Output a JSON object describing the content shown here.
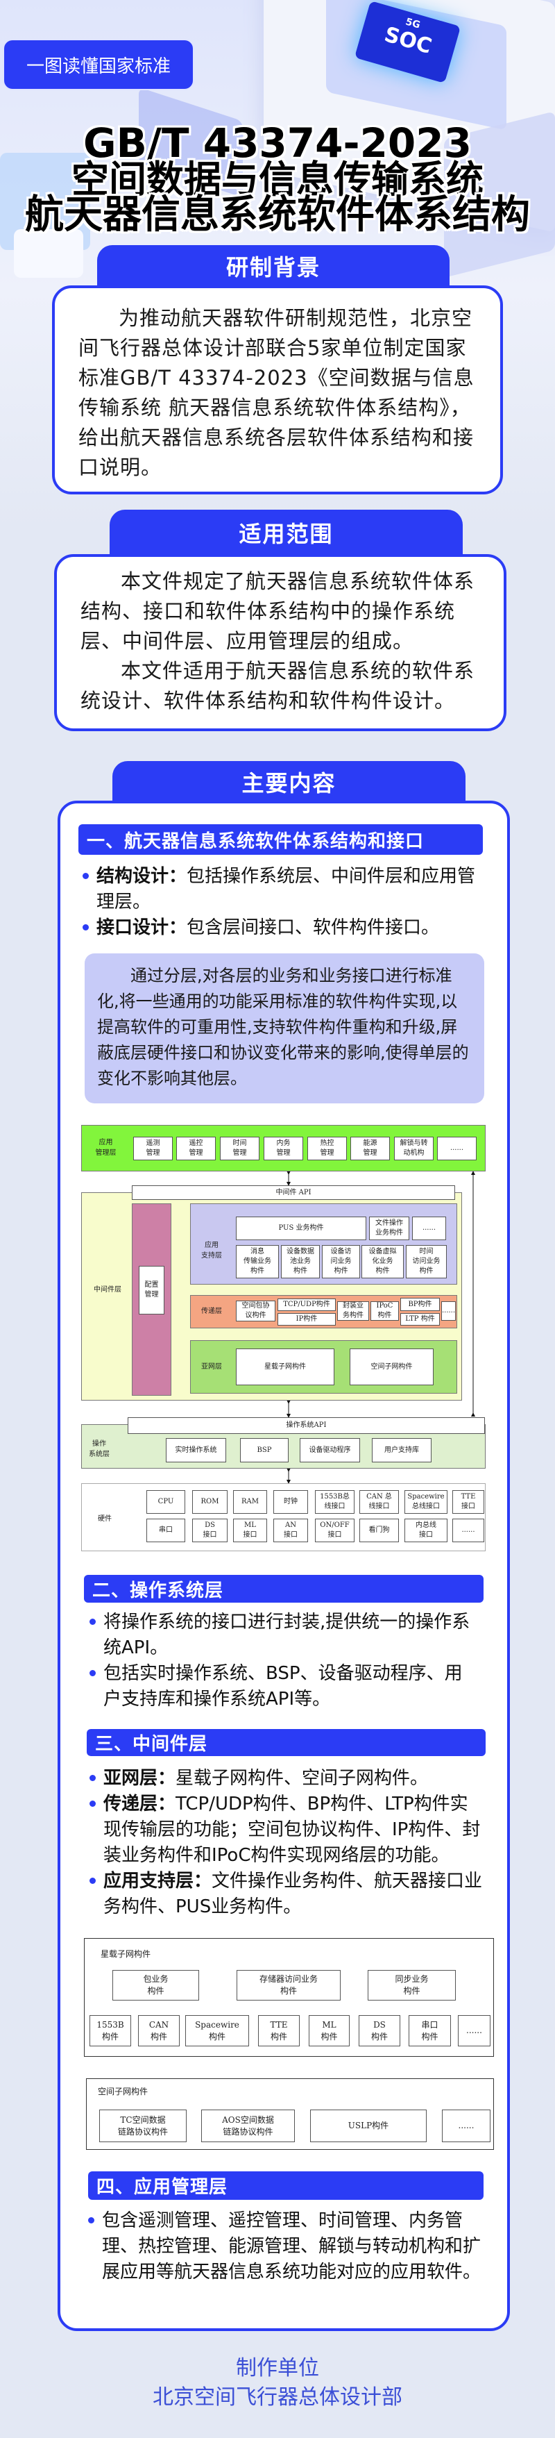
{
  "badge": "一图读懂国家标准",
  "hero": {
    "chip_top": "5G",
    "chip_brand": "SOC"
  },
  "title": {
    "line1": "GB/T 43374-2023",
    "line2": "空间数据与信息传输系统",
    "line3": "航天器信息系统软件体系结构"
  },
  "background": {
    "heading": "研制背景",
    "text": "为推动航天器软件研制规范性，北京空间飞行器总体设计部联合5家单位制定国家标准GB/T 43374-2023《空间数据与信息传输系统 航天器信息系统软件体系结构》，给出航天器信息系统各层软件体系结构和接口说明。"
  },
  "scope": {
    "heading": "适用范围",
    "paragraphs": [
      "本文件规定了航天器信息系统软件体系结构、接口和软件体系结构中的操作系统层、中间件层、应用管理层的组成。",
      "本文件适用于航天器信息系统的软件系统设计、软件体系结构和软件构件设计。"
    ]
  },
  "main": {
    "heading": "主要内容",
    "s1": {
      "title": "一、航天器信息系统软件体系结构和接口",
      "bullets": [
        {
          "key": "结构设计：",
          "text": "包括操作系统层、中间件层和应用管理层。"
        },
        {
          "key": "接口设计：",
          "text": "包含层间接口、软件构件接口。"
        }
      ],
      "note": "通过分层,对各层的业务和业务接口进行标准化,将一些通用的功能采用标准的软件构件实现,以提高软件的可重用性,支持软件构件重构和升级,屏蔽底层硬件接口和协议变化带来的影响,使得单层的变化不影响其他层。"
    },
    "s2": {
      "title": "二、操作系统层",
      "bullets": [
        "将操作系统的接口进行封装,提供统一的操作系统API。",
        "包括实时操作系统、BSP、设备驱动程序、用户支持库和操作系统API等。"
      ]
    },
    "s3": {
      "title": "三、中间件层",
      "bullets": [
        {
          "key": "亚网层：",
          "text": "星载子网构件、空间子网构件。"
        },
        {
          "key": "传递层：",
          "text": "TCP/UDP构件、BP构件、LTP构件实现传输层的功能；空间包协议构件、IP构件、封装业务构件和IPoC构件实现网络层的功能。"
        },
        {
          "key": "应用支持层：",
          "text": "文件操作业务构件、航天器接口业务构件、PUS业务构件。"
        }
      ]
    },
    "s4": {
      "title": "四、应用管理层",
      "bullets": [
        "包含遥测管理、遥控管理、时间管理、内务管理、热控管理、能源管理、解锁与转动机构和扩展应用等航天器信息系统功能对应的应用软件。"
      ]
    }
  },
  "diagram1": {
    "app_layer": {
      "label": "应用\n管理层",
      "items": [
        "遥测\n管理",
        "遥控\n管理",
        "时间\n管理",
        "内务\n管理",
        "热控\n管理",
        "能源\n管理",
        "解锁与转\n动机构",
        "......"
      ]
    },
    "middleware_api": "中间件 API",
    "middleware_label": "中间件层",
    "config": "配置\n管理",
    "support": {
      "label": "应用\n支持层",
      "row1": [
        "PUS 业务构件",
        "文件操作\n业务构件",
        "......"
      ],
      "row2": [
        "消息\n传输业务\n构件",
        "设备数据\n池业务\n构件",
        "设备访\n问业务\n构件",
        "设备虚拟\n化业务\n构件",
        "时间\n访问业务\n构件"
      ]
    },
    "transfer": {
      "label": "传递层",
      "items": [
        "空间包协\n议构件",
        "TCP/UDP构件",
        "IP构件",
        "封装业\n务构件",
        "IPoC\n构件",
        "BP构件",
        "LTP 构件",
        "......"
      ]
    },
    "subnet": {
      "label": "亚网层",
      "items": [
        "星载子网构件",
        "空间子网构件"
      ]
    },
    "os_api": "操作系统API",
    "os": {
      "label": "操作\n系统层",
      "items": [
        "实时操作系统",
        "BSP",
        "设备驱动程序",
        "用户支持库"
      ]
    },
    "hw": {
      "label": "硬件",
      "row1": [
        "CPU",
        "ROM",
        "RAM",
        "时钟",
        "1553B总\n线接口",
        "CAN 总\n线接口",
        "Spacewire\n总线接口",
        "TTE\n接口"
      ],
      "row2": [
        "串口",
        "DS\n接口",
        "ML\n接口",
        "AN\n接口",
        "ON/OFF\n接口",
        "看门狗",
        "内总线\n接口",
        "......"
      ]
    }
  },
  "diagram2": {
    "onboard": {
      "label": "星载子网构件",
      "row1": [
        "包业务\n构件",
        "存储器访问业务\n构件",
        "同步业务\n构件"
      ],
      "row2": [
        "1553B\n构件",
        "CAN\n构件",
        "Spacewire\n构件",
        "TTE\n构件",
        "ML\n构件",
        "DS\n构件",
        "串口\n构件",
        "......"
      ]
    },
    "space": {
      "label": "空间子网构件",
      "items": [
        "TC空间数据\n链路协议构件",
        "AOS空间数据\n链路协议构件",
        "USLP构件",
        "......"
      ]
    }
  },
  "footer": {
    "label": "制作单位",
    "org": "北京空间飞行器总体设计部"
  },
  "colors": {
    "accent": "#2b3cf5",
    "note_bg": "#c7cbf8",
    "footer": "#3b4fd6"
  }
}
